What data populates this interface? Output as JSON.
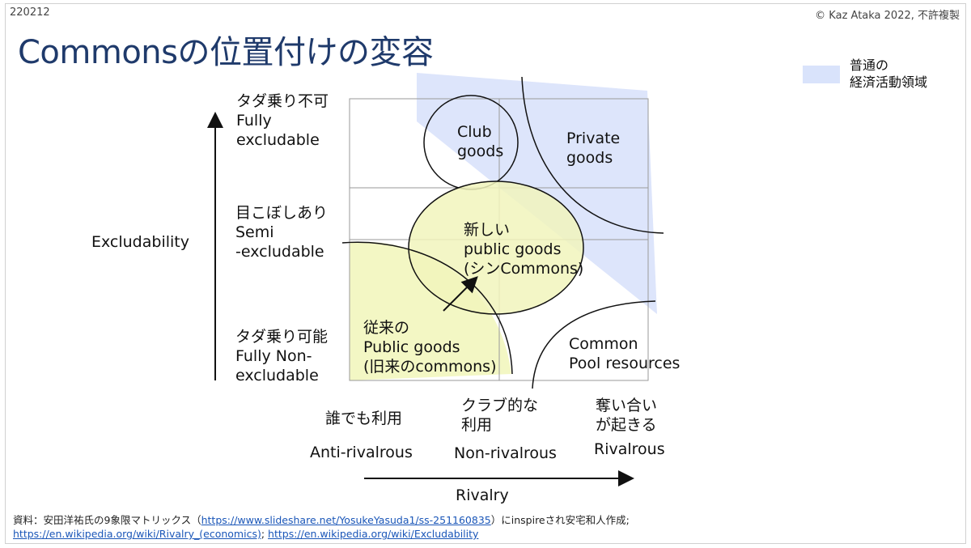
{
  "header": {
    "slide_id": "220212",
    "copyright": "© Kaz Ataka 2022, 不許複製",
    "title": "Commonsの位置付けの変容"
  },
  "legend": {
    "line1": "普通の",
    "line2": "経済活動領域",
    "swatch_color": "#d9e3fb"
  },
  "y_axis": {
    "title": "Excludability",
    "levels": [
      {
        "jp": "タダ乗り不可",
        "en1": "Fully",
        "en2": "excludable"
      },
      {
        "jp": "目こぼしあり",
        "en1": "Semi",
        "en2": "-excludable"
      },
      {
        "jp": "タダ乗り可能",
        "en1": "Fully Non-",
        "en2": "excludable"
      }
    ]
  },
  "x_axis": {
    "title": "Rivalry",
    "levels": [
      {
        "jp1": "誰でも利用",
        "jp2": "",
        "en": "Anti-rivalrous"
      },
      {
        "jp1": "クラブ的な",
        "jp2": "利用",
        "en": "Non-rivalrous"
      },
      {
        "jp1": "奪い合い",
        "jp2": "が起きる",
        "en": "Rivalrous"
      }
    ]
  },
  "regions": {
    "club": {
      "l1": "Club",
      "l2": "goods"
    },
    "private": {
      "l1": "Private",
      "l2": "goods"
    },
    "new_public": {
      "l1": "新しい",
      "l2": "public goods",
      "l3": "(シンCommons)"
    },
    "old_public": {
      "l1": "従来の",
      "l2": "Public goods",
      "l3": "(旧来のcommons)"
    },
    "common_pool": {
      "l1": "Common",
      "l2": "Pool resources"
    }
  },
  "colors": {
    "blue_region": "#dde5fb",
    "yellow_region": "#f3f7c4",
    "title_color": "#1f3a6b",
    "link_color": "#1a56b8"
  },
  "source": {
    "prefix": "資料：安田洋祐氏の9象限マトリックス（",
    "link1": "https://www.slideshare.net/YosukeYasuda1/ss-251160835",
    "middle": "）にinspireされ安宅和人作成;",
    "link2": "https://en.wikipedia.org/wiki/Rivalry_(economics)",
    "sep": "; ",
    "link3": "https://en.wikipedia.org/wiki/Excludability"
  }
}
